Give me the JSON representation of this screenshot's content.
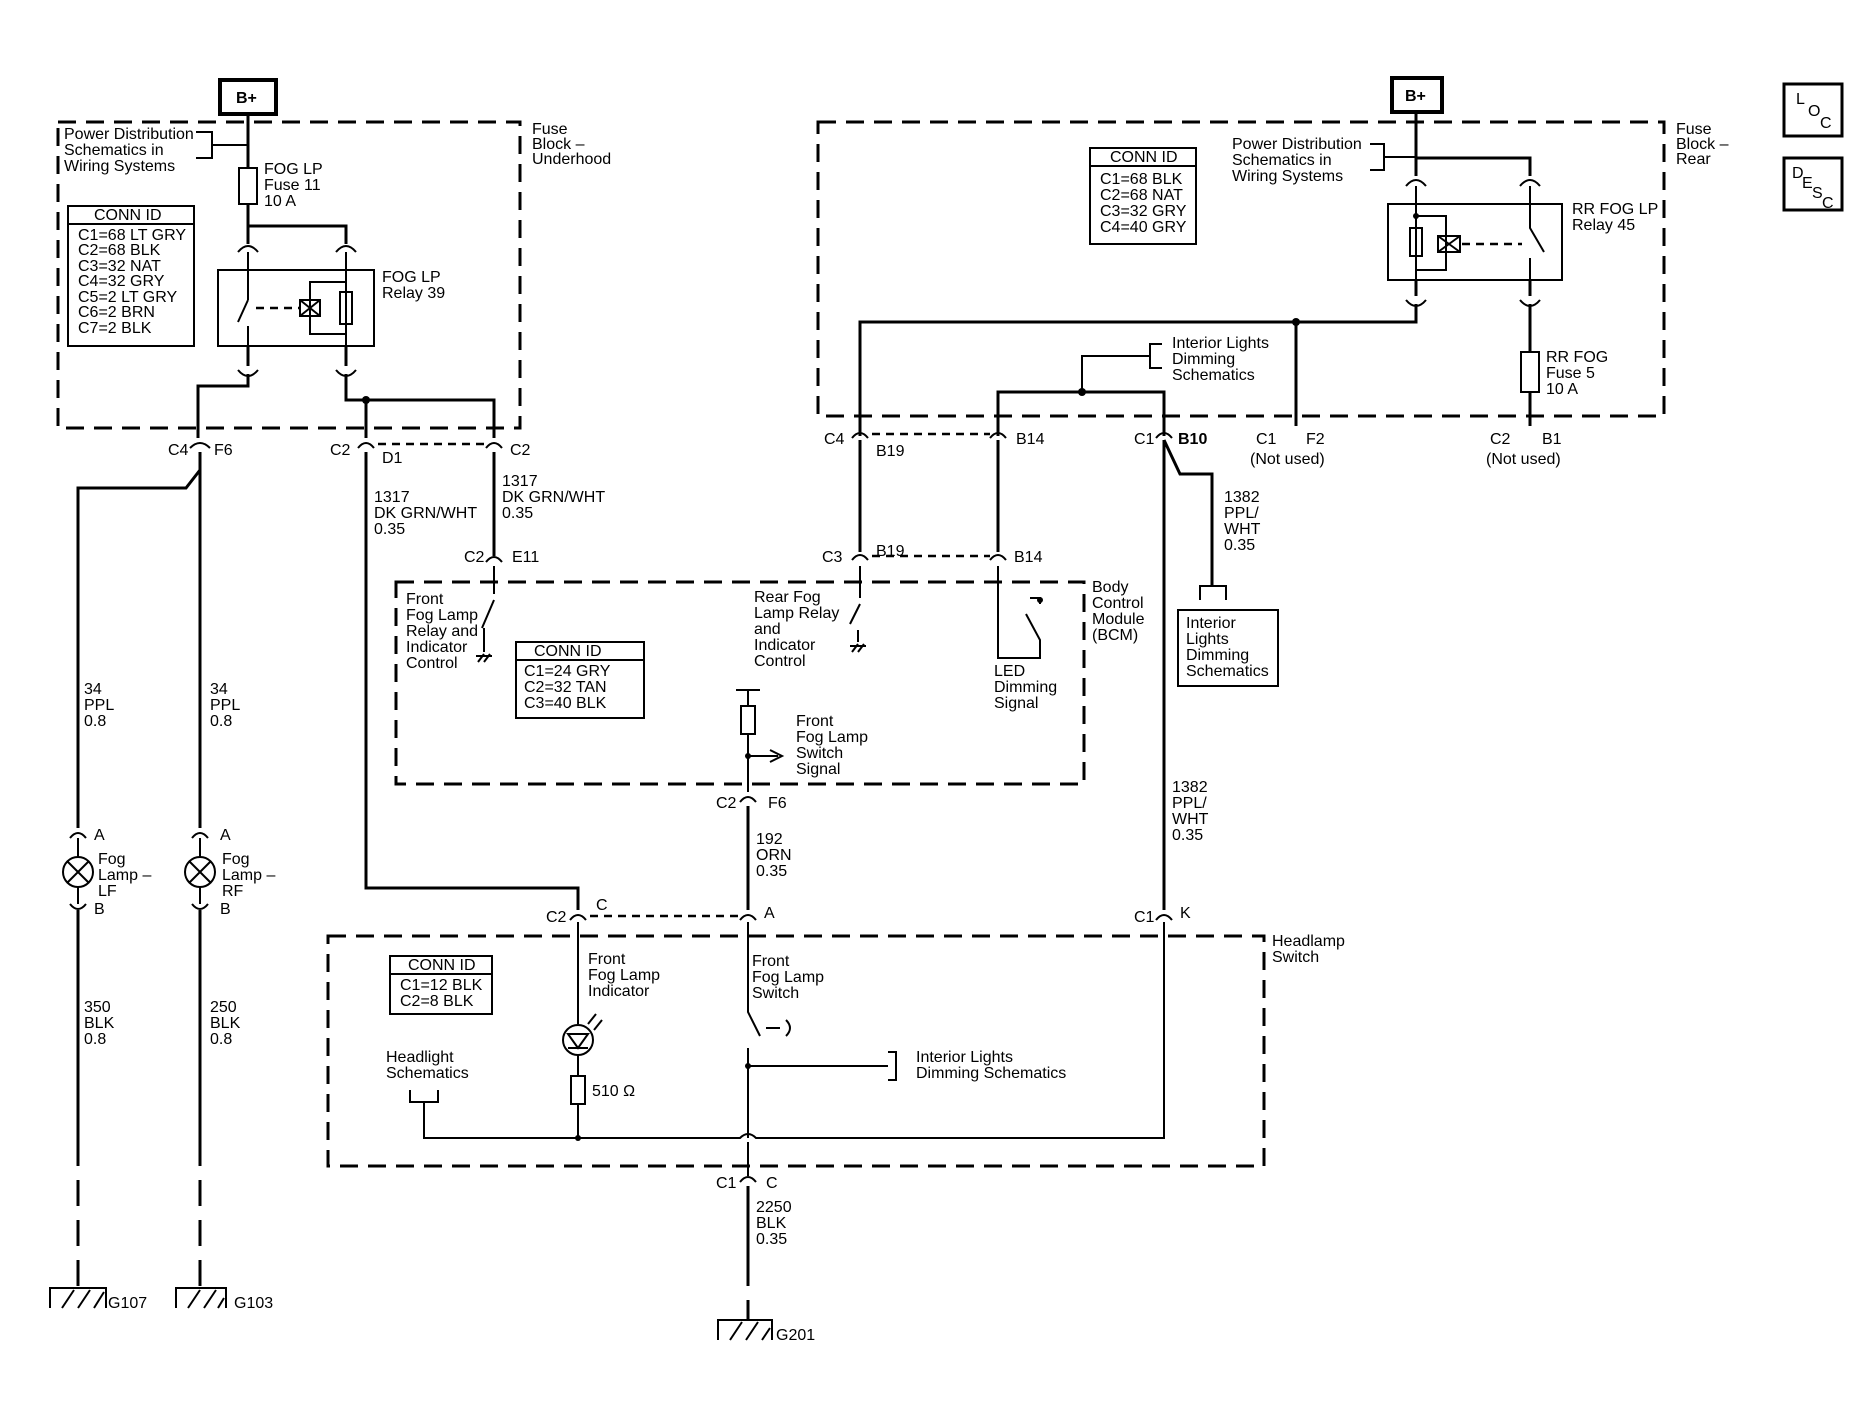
{
  "labels": {
    "bplus_left": "B+",
    "bplus_right": "B+",
    "loc_l": "L",
    "loc_o": "O",
    "loc_c": "C",
    "desc_d": "D",
    "desc_e": "E",
    "desc_s": "S",
    "desc_c": "C",
    "pds_left": [
      "Power Distribution",
      "Schematics in",
      "Wiring Systems"
    ],
    "fuse_block_underhood": [
      "Fuse",
      "Block –",
      "Underhood"
    ],
    "fog_lp_fuse": [
      "FOG LP",
      "Fuse 11",
      "10 A"
    ],
    "fog_lp_relay": [
      "FOG LP",
      "Relay 39"
    ],
    "conn_left_title": "CONN ID",
    "conn_left_rows": [
      "C1=68 LT GRY",
      "C2=68 BLK",
      "C3=32 NAT",
      "C4=32 GRY",
      "C5=2 LT GRY",
      "C6=2 BRN",
      "C7=2 BLK"
    ],
    "c4_left": "C4",
    "f6_left": "F6",
    "c2_d1": "C2",
    "d1": "D1",
    "c2_right_small": "C2",
    "wire_1317_a": [
      "1317",
      "DK GRN/WHT",
      "0.35"
    ],
    "wire_1317_b": [
      "1317",
      "DK GRN/WHT",
      "0.35"
    ],
    "c2_e11": "C2",
    "e11": "E11",
    "wire_34_lf": [
      "34",
      "PPL",
      "0.8"
    ],
    "wire_34_rf": [
      "34",
      "PPL",
      "0.8"
    ],
    "fog_lamp_lf": [
      "Fog",
      "Lamp –",
      "LF"
    ],
    "fog_lamp_rf": [
      "Fog",
      "Lamp –",
      "RF"
    ],
    "pin_a_lf": "A",
    "pin_b_lf": "B",
    "pin_a_rf": "A",
    "pin_b_rf": "B",
    "wire_350": [
      "350",
      "BLK",
      "0.8"
    ],
    "wire_250": [
      "250",
      "BLK",
      "0.8"
    ],
    "g107": "G107",
    "g103": "G103",
    "front_fog_relay_ctrl": [
      "Front",
      "Fog Lamp",
      "Relay and",
      "Indicator",
      "Control"
    ],
    "conn_bcm_title": "CONN ID",
    "conn_bcm_rows": [
      "C1=24 GRY",
      "C2=32 TAN",
      "C3=40 BLK"
    ],
    "rear_fog_relay_ctrl": [
      "Rear Fog",
      "Lamp Relay",
      "and",
      "Indicator",
      "Control"
    ],
    "front_fog_switch_signal": [
      "Front",
      "Fog Lamp",
      "Switch",
      "Signal"
    ],
    "led_dimming": [
      "LED",
      "Dimming",
      "Signal"
    ],
    "bcm": [
      "Body",
      "Control",
      "Module",
      "(BCM)"
    ],
    "c3_b19": "C3",
    "b19_bcm": "B19",
    "b14_bcm": "B14",
    "c2_f6": "C2",
    "f6_bcm": "F6",
    "wire_192": [
      "192",
      "ORN",
      "0.35"
    ],
    "c2_c_hs": "C2",
    "c_hs": "C",
    "a_hs": "A",
    "c1_k": "C1",
    "k_hs": "K",
    "headlamp_switch": [
      "Headlamp",
      "Switch"
    ],
    "conn_hs_title": "CONN ID",
    "conn_hs_rows": [
      "C1=12 BLK",
      "C2=8 BLK"
    ],
    "front_fog_indicator": [
      "Front",
      "Fog Lamp",
      "Indicator"
    ],
    "front_fog_switch": [
      "Front",
      "Fog Lamp",
      "Switch"
    ],
    "headlight_schem": [
      "Headlight",
      "Schematics"
    ],
    "resistor_510": "510 Ω",
    "interior_dimming_hs": [
      "Interior Lights",
      "Dimming Schematics"
    ],
    "c1_c": "C1",
    "c_c1": "C",
    "wire_2250": [
      "2250",
      "BLK",
      "0.35"
    ],
    "g201": "G201",
    "conn_rear_title": "CONN ID",
    "conn_rear_rows": [
      "C1=68 BLK",
      "C2=68 NAT",
      "C3=32 GRY",
      "C4=40 GRY"
    ],
    "pds_right": [
      "Power Distribution",
      "Schematics in",
      "Wiring Systems"
    ],
    "fuse_block_rear": [
      "Fuse",
      "Block –",
      "Rear"
    ],
    "rr_fog_relay": [
      "RR FOG LP",
      "Relay 45"
    ],
    "rr_fog_fuse": [
      "RR FOG",
      "Fuse 5",
      "10 A"
    ],
    "interior_dimming_top": [
      "Interior Lights",
      "Dimming",
      "Schematics"
    ],
    "c4_right": "C4",
    "b19_top": "B19",
    "b14_top": "B14",
    "c1_b10": "C1",
    "b10": "B10",
    "c1_f2": "C1",
    "f2": "F2",
    "not_used_1": "(Not used)",
    "c2_b1": "C2",
    "b1": "B1",
    "not_used_2": "(Not used)",
    "wire_1382_a": [
      "1382",
      "PPL/",
      "WHT",
      "0.35"
    ],
    "interior_dimming_box": [
      "Interior",
      "Lights",
      "Dimming",
      "Schematics"
    ],
    "wire_1382_b": [
      "1382",
      "PPL/",
      "WHT",
      "0.35"
    ]
  }
}
